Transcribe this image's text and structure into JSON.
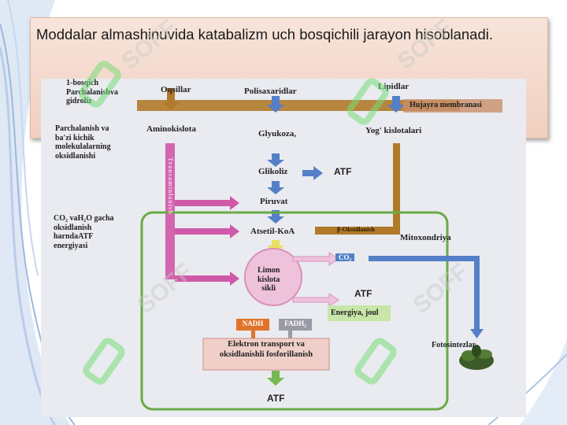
{
  "slide": {
    "title": "Moddalar almashinuvida katabalizm uch bosqichili jarayon hisoblanadi."
  },
  "diagram": {
    "stage1_label": "1-bosqich\nParchalanishva\ngidroliz",
    "stage2_label": "Parchalanish va\nba'zi kichik\nmolekulalarning\noksidlanishi",
    "stage3_label": "CO₂ vaH₂O gacha\noksidlanish\nharndaATF\nenergiyasi",
    "oqsillar": "Oqsillar",
    "polisaxaridlar": "Polisaxaridlar",
    "lipidlar": "Lipidlar",
    "hujayra_membranasi": "Hujayra membranasi",
    "aminokislota": "Aminokislota",
    "glyukoza": "Glyukoza,",
    "yog_kislotalari": "Yog' kislotalari",
    "glikoliz": "Glikoliz",
    "atf1": "ATF",
    "piruvat": "Piruvat",
    "atsetil_koa": "Atsetil-KoA",
    "beta_oksidlanish": "β-Oksidlanish",
    "mitoxondriya": "Mitoxondriya",
    "co2": "CO₂",
    "limon_sikli": "Limon\nkislota\nsikli",
    "atf2": "ATF",
    "energiya": "Energiya, joul",
    "nadh": "NADH",
    "fadh2": "FADH₂",
    "elektron_transport": "Elektron transport va\noksidlanishli fosforillanish",
    "fotosintezlar": "Fotosintezlar",
    "atf3": "ATF",
    "vertical_text": "Transaminlanish"
  },
  "watermark": {
    "text": "SOFF"
  },
  "colors": {
    "title_bg": "#f3d8ca",
    "brown_band": "#b07a2a",
    "pink_arrow": "#d058a8",
    "blue_arrow": "#5580c8",
    "green_arrow": "#78b850",
    "mito_border": "#6aaa48",
    "nadh_box": "#e0742a",
    "fadh_box": "#9a9aa6",
    "etc_box": "#f0cfc8",
    "energy_box": "#c8e6a8"
  }
}
